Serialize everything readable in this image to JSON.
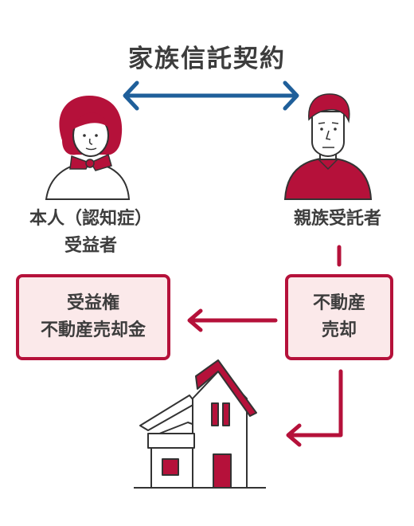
{
  "title": "家族信託契約",
  "beneficiary": {
    "line1": "本人（認知症）",
    "line2": "受益者"
  },
  "trustee": {
    "label": "親族受託者"
  },
  "left_box": {
    "line1": "受益権",
    "line2": "不動産売却金"
  },
  "right_box": {
    "line1": "不動産",
    "line2": "売却"
  },
  "colors": {
    "accent": "#b5113a",
    "box_fill": "#fbe9ea",
    "contract_arrow": "#1f5f9a",
    "text": "#3d3d3d"
  },
  "icons": [
    "woman-icon",
    "man-icon",
    "house-icon",
    "double-arrow-icon",
    "arrow-left-icon",
    "arrow-down-left-icon"
  ]
}
